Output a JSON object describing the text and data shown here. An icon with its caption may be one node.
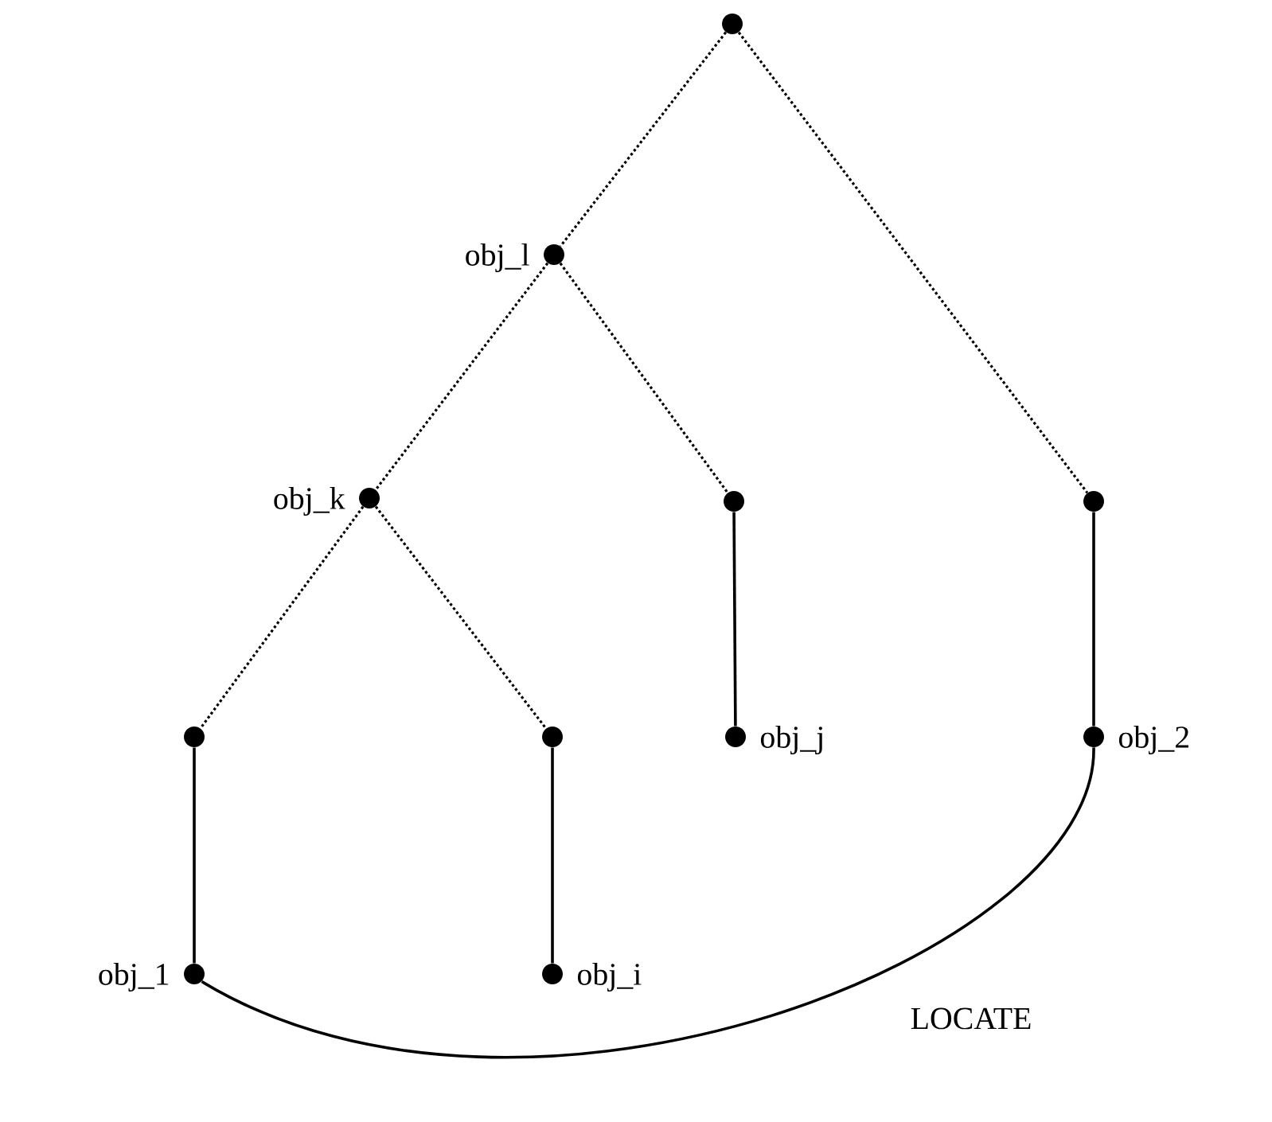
{
  "diagram": {
    "nodes": [
      {
        "text": [],
        "shape": "circle"
      },
      {
        "text": [],
        "shape": "circle",
        "beside": [
          "obj_l"
        ]
      },
      {
        "text": [],
        "shape": "circle",
        "beside": [
          "obj_k"
        ]
      },
      {
        "text": [],
        "shape": "circle"
      },
      {
        "text": [],
        "shape": "circle"
      },
      {
        "text": [],
        "shape": "circle"
      },
      {
        "text": [],
        "shape": "circle"
      },
      {
        "text": [],
        "shape": "circle",
        "beside": [
          "obj_j"
        ]
      },
      {
        "text": [],
        "shape": "circle",
        "beside": [
          "obj_2"
        ]
      },
      {
        "text": [],
        "shape": "circle",
        "beside": [
          "obj_1"
        ]
      },
      {
        "text": [],
        "shape": "circle",
        "beside": [
          "obj_i"
        ]
      }
    ],
    "edges": [
      {
        "from": 0,
        "to": 1,
        "arrow": "none",
        "style": "dashed"
      },
      {
        "from": 0,
        "to": 4,
        "arrow": "none",
        "style": "dashed"
      },
      {
        "from": 1,
        "to": 2,
        "arrow": "none",
        "style": "dashed"
      },
      {
        "from": 1,
        "to": 3,
        "arrow": "none",
        "style": "dashed"
      },
      {
        "from": 2,
        "to": 5,
        "arrow": "none",
        "style": "dashed"
      },
      {
        "from": 2,
        "to": 6,
        "arrow": "none",
        "style": "dashed"
      },
      {
        "from": 3,
        "to": 7,
        "arrow": "none"
      },
      {
        "from": 4,
        "to": 8,
        "arrow": "none"
      },
      {
        "from": 5,
        "to": 9,
        "arrow": "none"
      },
      {
        "from": 6,
        "to": 10,
        "arrow": "none"
      },
      {
        "from": 9,
        "to": 8,
        "arrow": "none",
        "label": "LOCATE"
      }
    ]
  }
}
